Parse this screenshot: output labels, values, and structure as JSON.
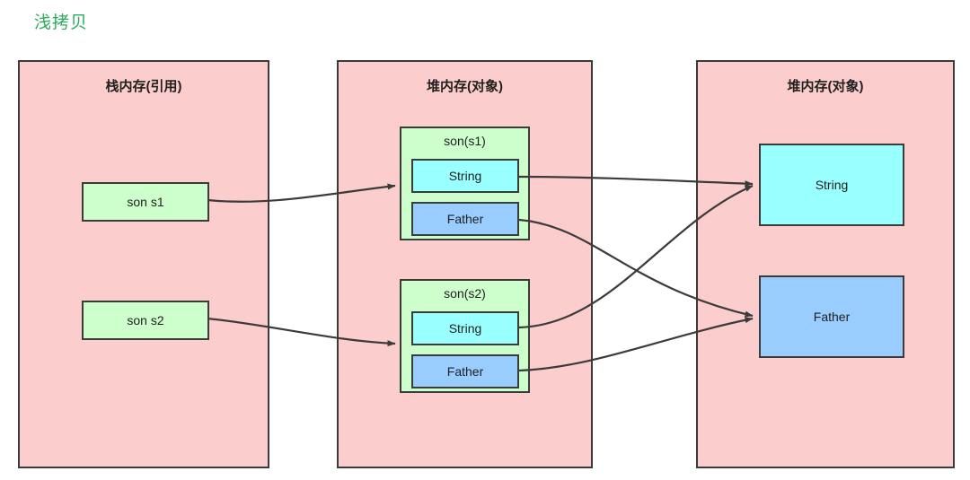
{
  "title": "浅拷贝",
  "title_color": "#2eab5e",
  "colors": {
    "region_fill": "#fbcdcd",
    "stroke": "#3b3b3b",
    "green": "#ccffcc",
    "cyan": "#99ffff",
    "blue": "#99ccff",
    "background": "#ffffff"
  },
  "regions": [
    {
      "id": "stack",
      "label": "栈内存(引用)"
    },
    {
      "id": "heap-objects",
      "label": "堆内存(对象)"
    },
    {
      "id": "heap-shared",
      "label": "堆内存(对象)"
    }
  ],
  "stack": {
    "items": [
      {
        "label": "son s1"
      },
      {
        "label": "son s2"
      }
    ]
  },
  "heap_objects": {
    "groups": [
      {
        "title": "son(s1)",
        "fields": [
          {
            "label": "String",
            "type": "cyan"
          },
          {
            "label": "Father",
            "type": "blue"
          }
        ]
      },
      {
        "title": "son(s2)",
        "fields": [
          {
            "label": "String",
            "type": "cyan"
          },
          {
            "label": "Father",
            "type": "blue"
          }
        ]
      }
    ]
  },
  "heap_shared": {
    "items": [
      {
        "label": "String",
        "type": "cyan"
      },
      {
        "label": "Father",
        "type": "blue"
      }
    ]
  },
  "edges": [
    {
      "from": "son s1",
      "to": "son(s1)"
    },
    {
      "from": "son s2",
      "to": "son(s2)"
    },
    {
      "from": "son(s1).String",
      "to": "String"
    },
    {
      "from": "son(s1).Father",
      "to": "Father"
    },
    {
      "from": "son(s2).String",
      "to": "String"
    },
    {
      "from": "son(s2).Father",
      "to": "Father"
    }
  ]
}
